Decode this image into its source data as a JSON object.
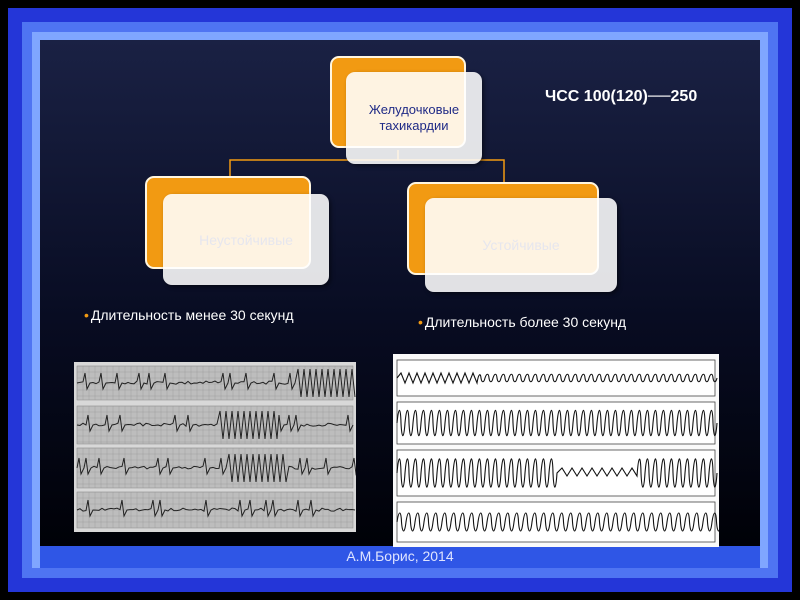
{
  "heart_rate_label": "ЧСС 100(120)──250",
  "diagram": {
    "root": "Желудочковые тахикардии",
    "left_child": "Неустойчивые",
    "right_child": "Устойчивые"
  },
  "bullets": {
    "left": "Длительность менее 30 секунд",
    "right": "Длительность более 30 секунд"
  },
  "footer": "А.М.Борис, 2014",
  "colors": {
    "accent_orange": "#f29a12",
    "frame_blue": "#2436d8",
    "text_blue": "#1f2a86"
  }
}
